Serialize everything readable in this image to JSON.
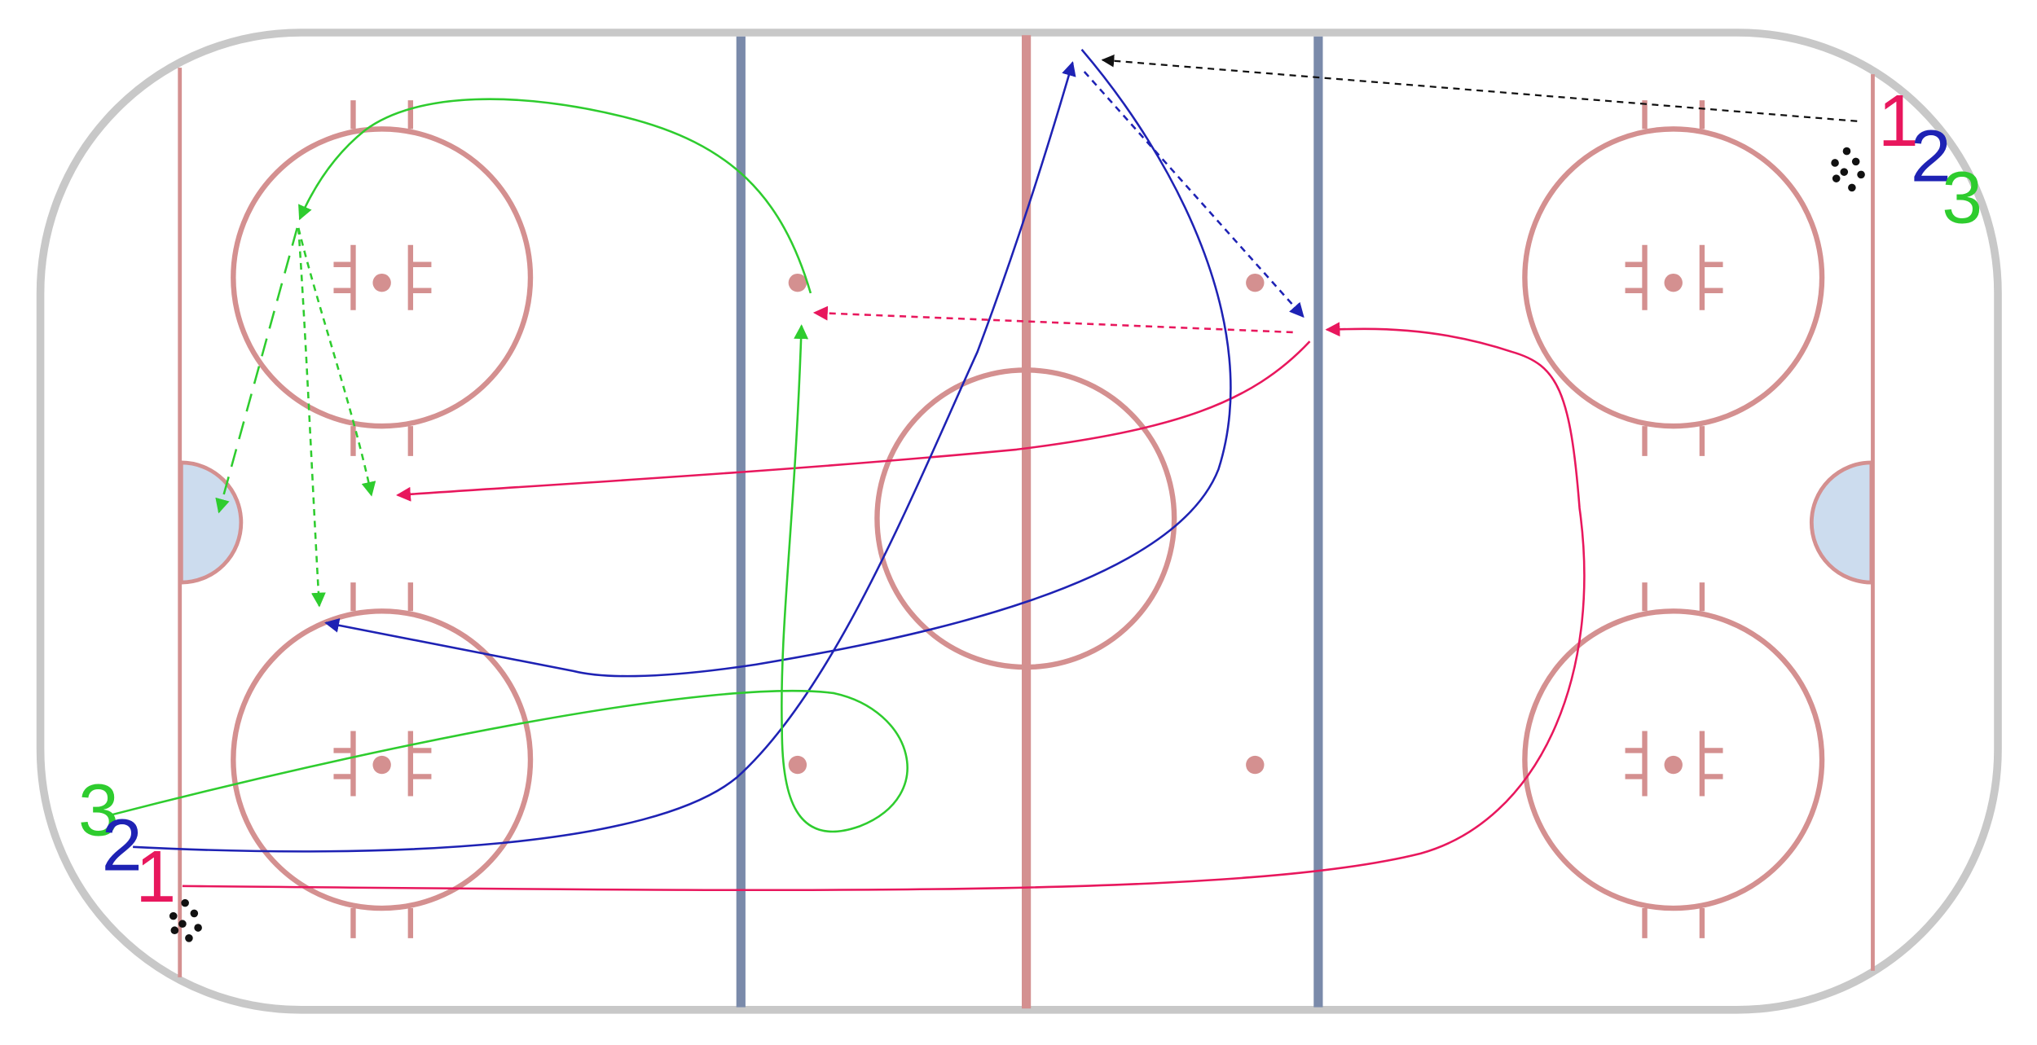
{
  "colors": {
    "boards": "#c8c8c8",
    "red_line": "#d49090",
    "blue_line": "#7a8aaa",
    "crease_fill": "#ccdcee",
    "player_1": "#e8175d",
    "player_2": "#1e22b4",
    "player_3": "#2ecc2e",
    "puck_pass": "#111111"
  },
  "players_left": {
    "p1": {
      "label": "1",
      "color": "#e8175d"
    },
    "p2": {
      "label": "2",
      "color": "#1e22b4"
    },
    "p3": {
      "label": "3",
      "color": "#2ecc2e"
    }
  },
  "players_right": {
    "p1": {
      "label": "1",
      "color": "#e8175d"
    },
    "p2": {
      "label": "2",
      "color": "#1e22b4"
    },
    "p3": {
      "label": "3",
      "color": "#2ecc2e"
    }
  },
  "icons": {
    "puck_pile": "puck-pile-icon",
    "skate_path": "solid-arrow",
    "pass_path": "dashed-arrow"
  }
}
